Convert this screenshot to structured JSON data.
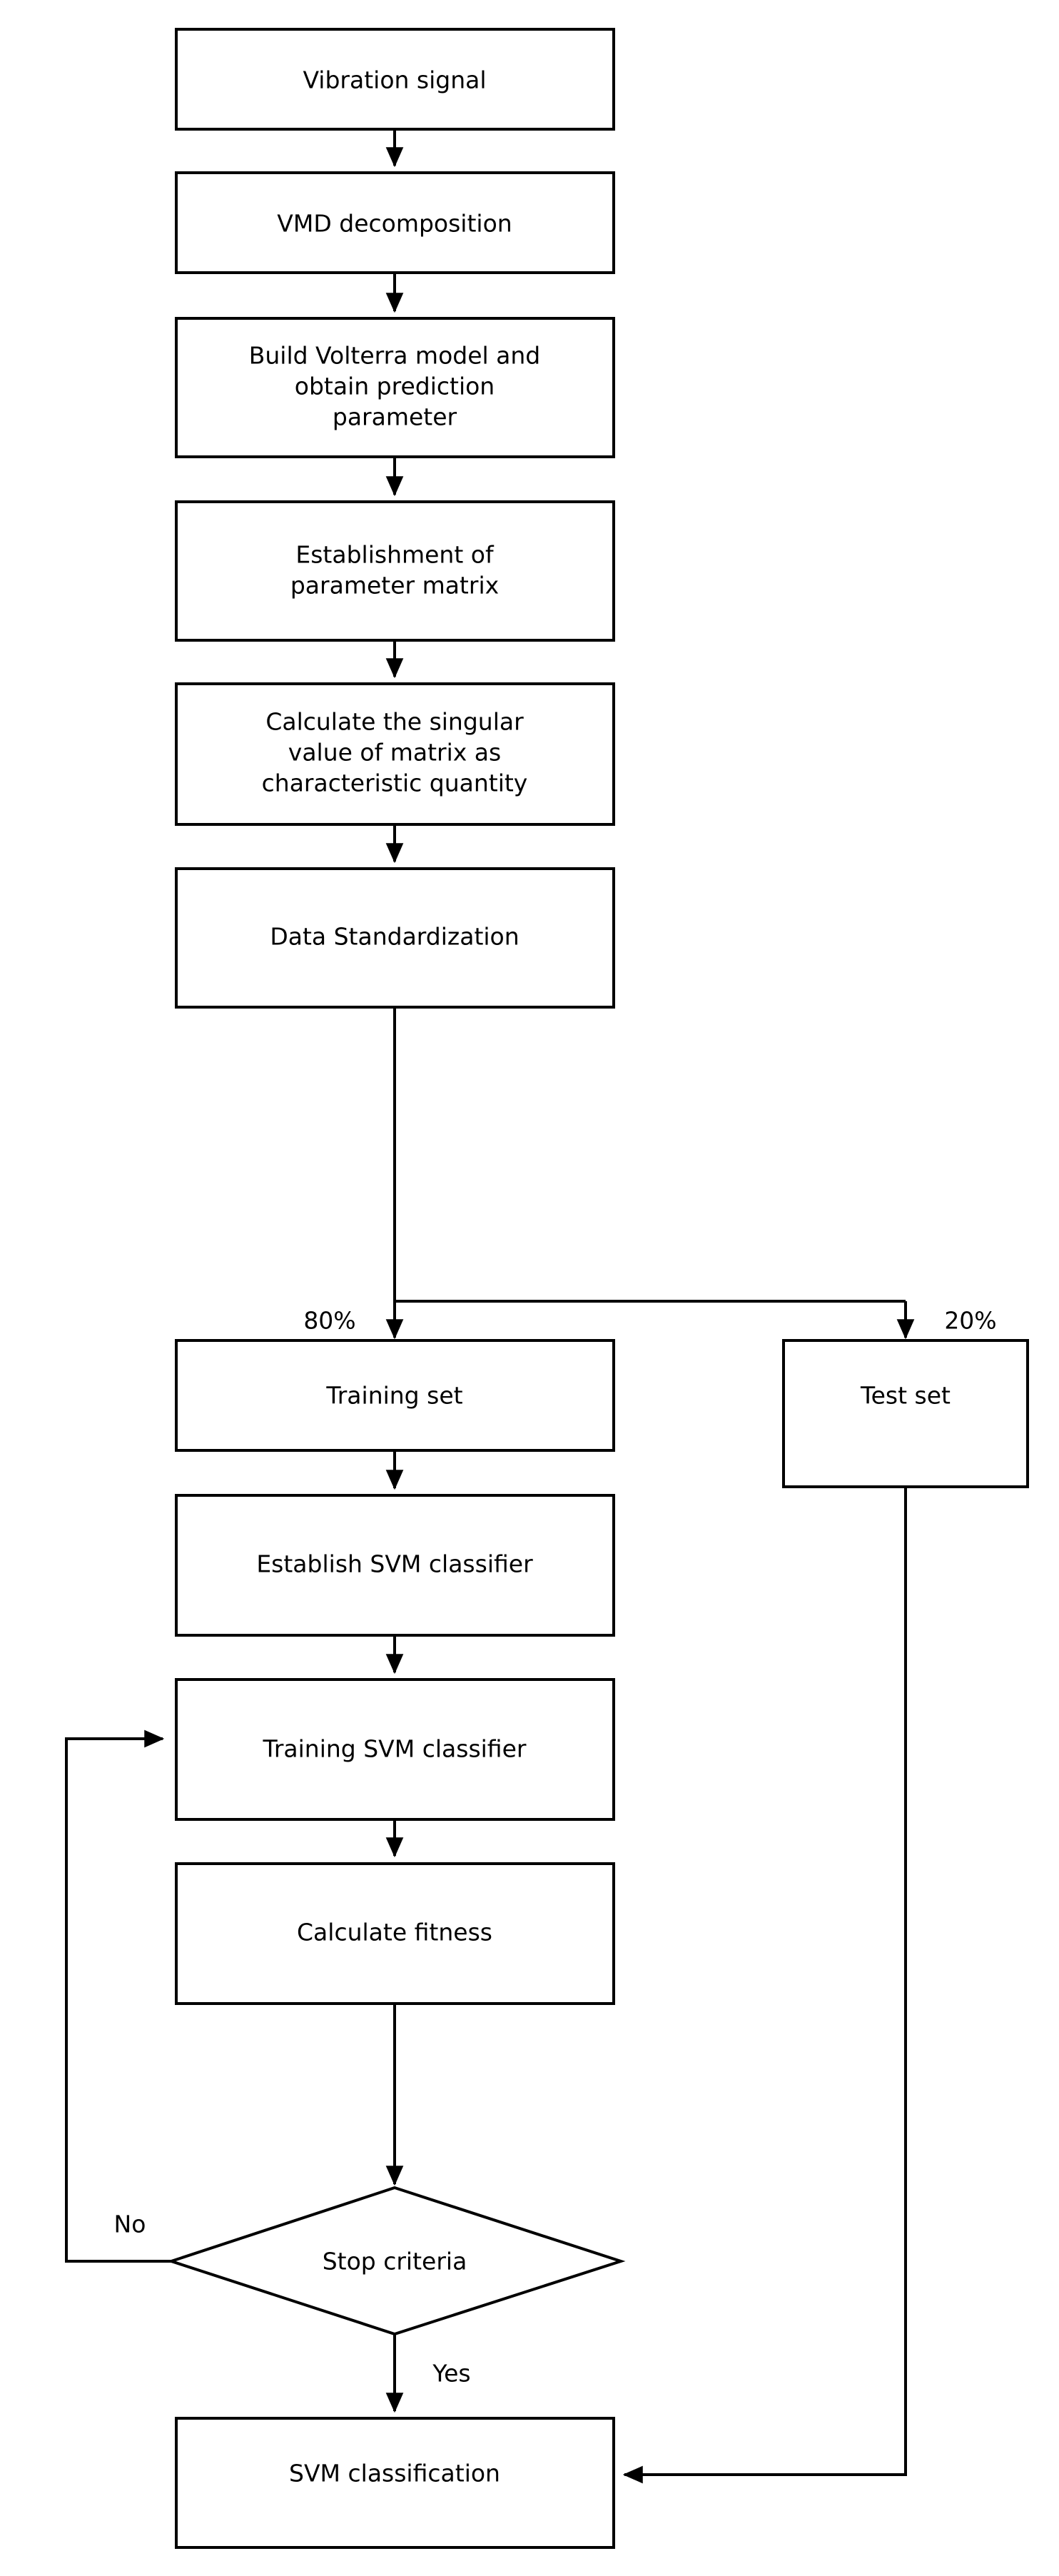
{
  "diagram": {
    "type": "flowchart",
    "title": "VMD-Volterra-SVM fault diagnosis flowchart",
    "orientation": "top-to-bottom",
    "nodes": [
      {
        "id": "vibration_signal",
        "shape": "process",
        "lines": [
          "Vibration signal"
        ]
      },
      {
        "id": "vmd_decomposition",
        "shape": "process",
        "lines": [
          "VMD decomposition"
        ]
      },
      {
        "id": "volterra_model",
        "shape": "process",
        "lines": [
          "Build Volterra model and",
          "obtain prediction",
          "parameter"
        ]
      },
      {
        "id": "parameter_matrix",
        "shape": "process",
        "lines": [
          "Establishment of",
          "parameter matrix"
        ]
      },
      {
        "id": "singular_value",
        "shape": "process",
        "lines": [
          "Calculate the singular",
          "value of matrix as",
          "characteristic quantity"
        ]
      },
      {
        "id": "data_standardization",
        "shape": "process",
        "lines": [
          "Data Standardization"
        ]
      },
      {
        "id": "training_set",
        "shape": "process",
        "lines": [
          "Training set"
        ]
      },
      {
        "id": "test_set",
        "shape": "process",
        "lines": [
          "Test set"
        ]
      },
      {
        "id": "establish_svm",
        "shape": "process",
        "lines": [
          "Establish SVM classifier"
        ]
      },
      {
        "id": "training_svm",
        "shape": "process",
        "lines": [
          "Training SVM classifier"
        ]
      },
      {
        "id": "calculate_fitness",
        "shape": "process",
        "lines": [
          "Calculate fitness"
        ]
      },
      {
        "id": "stop_criteria",
        "shape": "decision",
        "lines": [
          "Stop criteria"
        ]
      },
      {
        "id": "svm_classification",
        "shape": "process",
        "lines": [
          "SVM classification"
        ]
      }
    ],
    "edge_labels": {
      "train_split": "80%",
      "test_split": "20%",
      "loop_back": "No",
      "proceed": "Yes"
    },
    "colors": {
      "stroke": "#000000",
      "fill": "#ffffff",
      "text": "#000000"
    }
  }
}
